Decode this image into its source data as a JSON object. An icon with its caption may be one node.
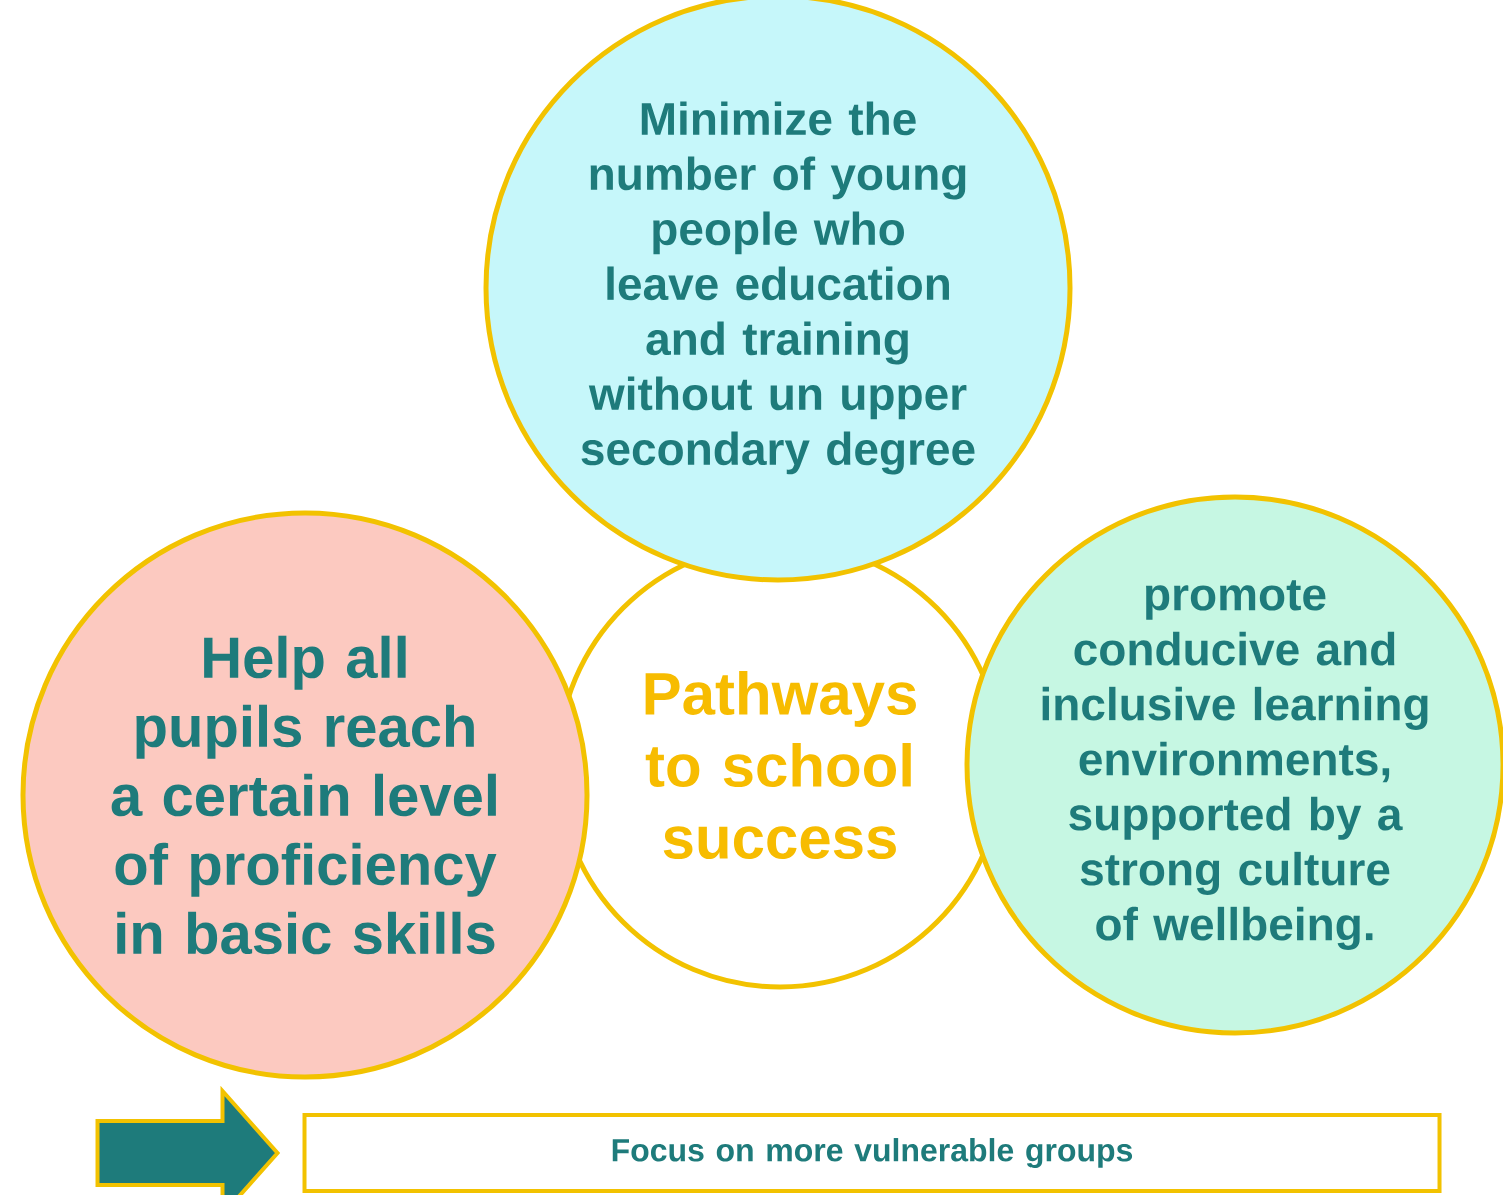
{
  "diagram": {
    "nodes": [
      {
        "text": [
          "Minimize the number of young people who leave education and training without un upper secondary degree"
        ]
      },
      {
        "text": [
          "Help all pupils reach a certain level of proficiency in basic skills"
        ]
      },
      {
        "text": [
          "Pathways to school success"
        ]
      },
      {
        "text": [
          "promote conducive and inclusive learning environments, supported by a strong culture of wellbeing."
        ]
      },
      {
        "text": [
          "Focus on more vulnerable groups"
        ]
      }
    ],
    "edges": [
      {
        "from": null,
        "to": 4,
        "arrow": "to"
      }
    ]
  }
}
